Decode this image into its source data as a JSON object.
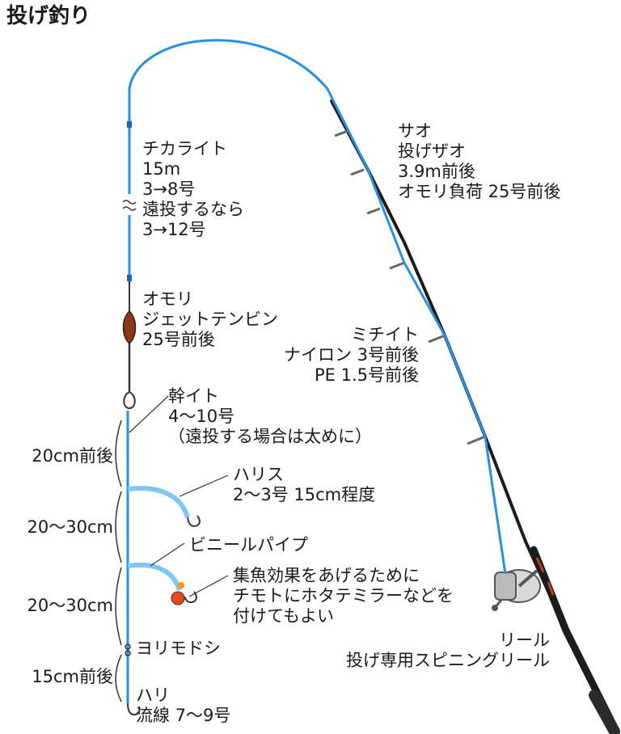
{
  "title": "投げ釣り",
  "labels": {
    "michi_ito": [
      "チカライト",
      "15m",
      "3→8号",
      "遠投するなら",
      "3→12号"
    ],
    "sinker": [
      "オモリ",
      "ジェットテンビン",
      "25号前後"
    ],
    "rod": [
      "サオ",
      "投げザオ",
      "3.9m前後",
      "オモリ負荷 25号前後"
    ],
    "main_line": [
      "ミチイト",
      "ナイロン 3号前後",
      "PE 1.5号前後"
    ],
    "mikiito": [
      "幹イト",
      "4〜10号",
      "（遠投する場合は太めに）"
    ],
    "harisu": [
      "ハリス",
      "2〜3号 15cm程度"
    ],
    "vinyl_pipe": "ビニールパイプ",
    "bead": [
      "集魚効果をあげるために",
      "チモトにホタテミラーなどを",
      "付けてもよい"
    ],
    "swivel": "ヨリモドシ",
    "hook": [
      "ハリ",
      "流線 7〜9号"
    ],
    "reel": [
      "リール",
      "投げ専用スピニングリール"
    ]
  },
  "spacing": {
    "s1": "20cm前後",
    "s2": "20〜30cm",
    "s3": "20〜30cm",
    "s4": "15cm前後"
  },
  "colors": {
    "line": "#2a8fe0",
    "tube": "#7fc6f2",
    "rod": "#1c1c1c",
    "guide": "#666666",
    "sinker": "#8a3a1a",
    "reel": "#bbbbbb",
    "text": "#1a1a1a"
  }
}
